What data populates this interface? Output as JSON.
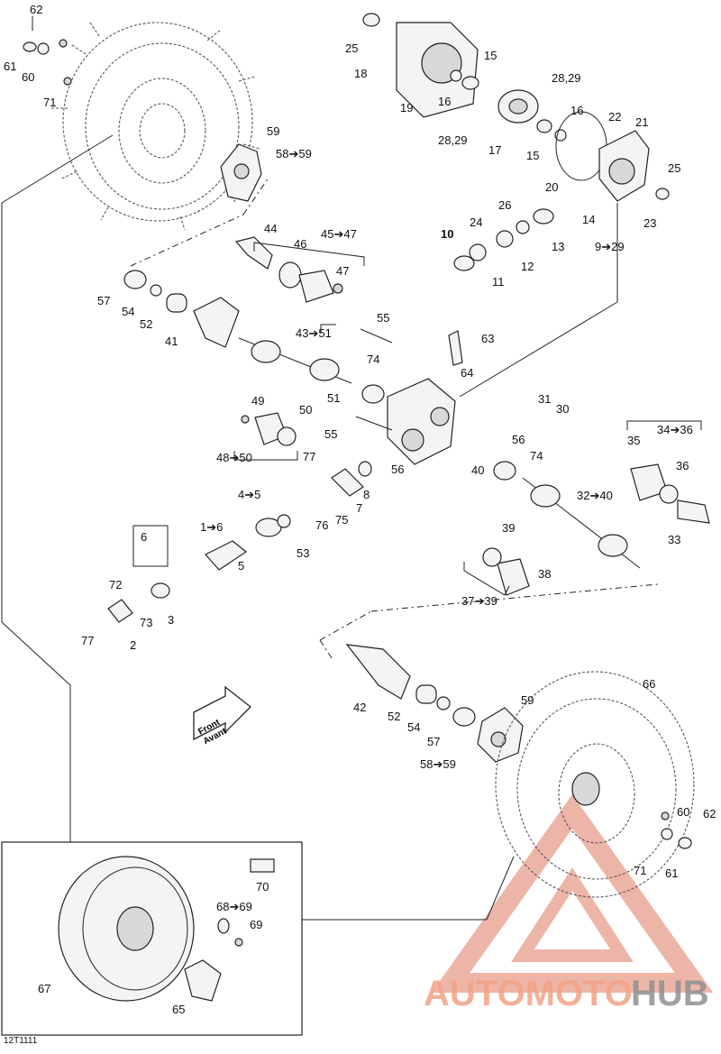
{
  "doc_ref": "12T1111",
  "direction_badge": {
    "line1": "Front",
    "line2": "Avant"
  },
  "watermark": {
    "part1": "AUTOMOTO",
    "part2": "HUB",
    "color_primary": "#f0a08a",
    "color_secondary": "#9a9a9a"
  },
  "labels": {
    "n62a": "62",
    "n61a": "61",
    "n60a": "60",
    "n71a": "71",
    "n59a": "59",
    "n58a": "58➔59",
    "n25a": "25",
    "n18": "18",
    "n19": "19",
    "n16a": "16",
    "n15a": "15",
    "n28a": "28,29",
    "n2829b": "28,29",
    "n17": "17",
    "n16b": "16",
    "n15b": "15",
    "n22": "22",
    "n21": "21",
    "n20": "20",
    "n25b": "25",
    "n23": "23",
    "n14": "14",
    "n26": "26",
    "n24": "24",
    "n13": "13",
    "n10": "10",
    "n12": "12",
    "n11": "11",
    "n929": "9➔29",
    "n44": "44",
    "n46": "46",
    "n4547": "45➔47",
    "n47": "47",
    "n57a": "57",
    "n54a": "54",
    "n52a": "52",
    "n41": "41",
    "n55a": "55",
    "n4351": "43➔51",
    "n63": "63",
    "n74a": "74",
    "n64": "64",
    "n51": "51",
    "n49": "49",
    "n50": "50",
    "n4850": "48➔50",
    "n55b": "55",
    "n31": "31",
    "n30": "30",
    "n56a": "56",
    "n56b": "56",
    "n74b": "74",
    "n40": "40",
    "n77a": "77",
    "n8": "8",
    "n7": "7",
    "n75": "75",
    "n76": "76",
    "n45": "4➔5",
    "n53": "53",
    "n3436": "34➔36",
    "n35": "35",
    "n36": "36",
    "n3240": "32➔40",
    "n33": "33",
    "n6": "6",
    "n16": "1➔6",
    "n5": "5",
    "n39": "39",
    "n38": "38",
    "n3739": "37➔39",
    "n72": "72",
    "n73": "73",
    "n3": "3",
    "n77b": "77",
    "n2": "2",
    "n42": "42",
    "n52b": "52",
    "n54b": "54",
    "n57b": "57",
    "n59b": "59",
    "n5859b": "58➔59",
    "n66": "66",
    "n60b": "60",
    "n62b": "62",
    "n71b": "71",
    "n61b": "61",
    "n70": "70",
    "n6869": "68➔69",
    "n69": "69",
    "n67": "67",
    "n65": "65"
  }
}
